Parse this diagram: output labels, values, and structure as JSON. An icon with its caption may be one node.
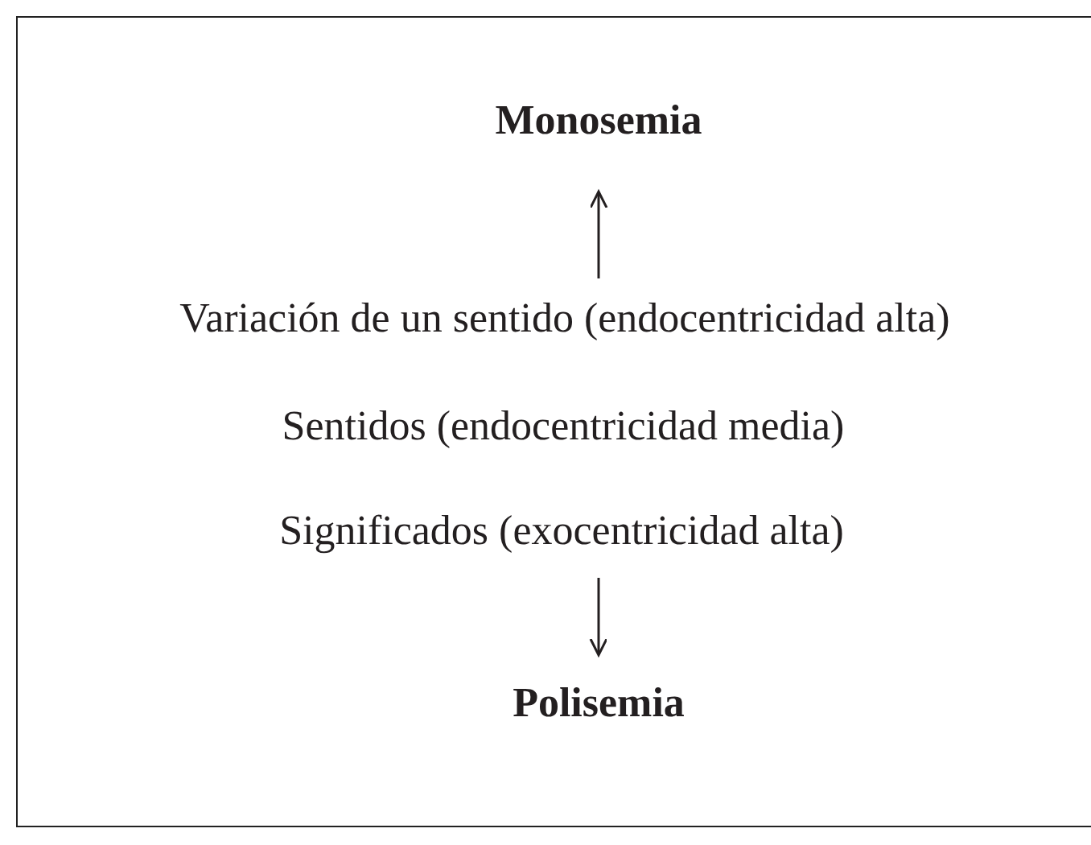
{
  "diagram": {
    "nodes": [
      {
        "text": [
          "Monosemia"
        ]
      },
      {
        "text": [
          "Variación de un sentido (endocentricidad alta)"
        ]
      },
      {
        "text": [
          "Sentidos (endocentricidad media)"
        ]
      },
      {
        "text": [
          "Significados (exocentricidad alta)"
        ]
      },
      {
        "text": [
          "Polisemia"
        ]
      }
    ],
    "edges": [
      {
        "from": 1,
        "to": 0,
        "arrow": "to"
      },
      {
        "from": 3,
        "to": 4,
        "arrow": "to"
      }
    ]
  }
}
